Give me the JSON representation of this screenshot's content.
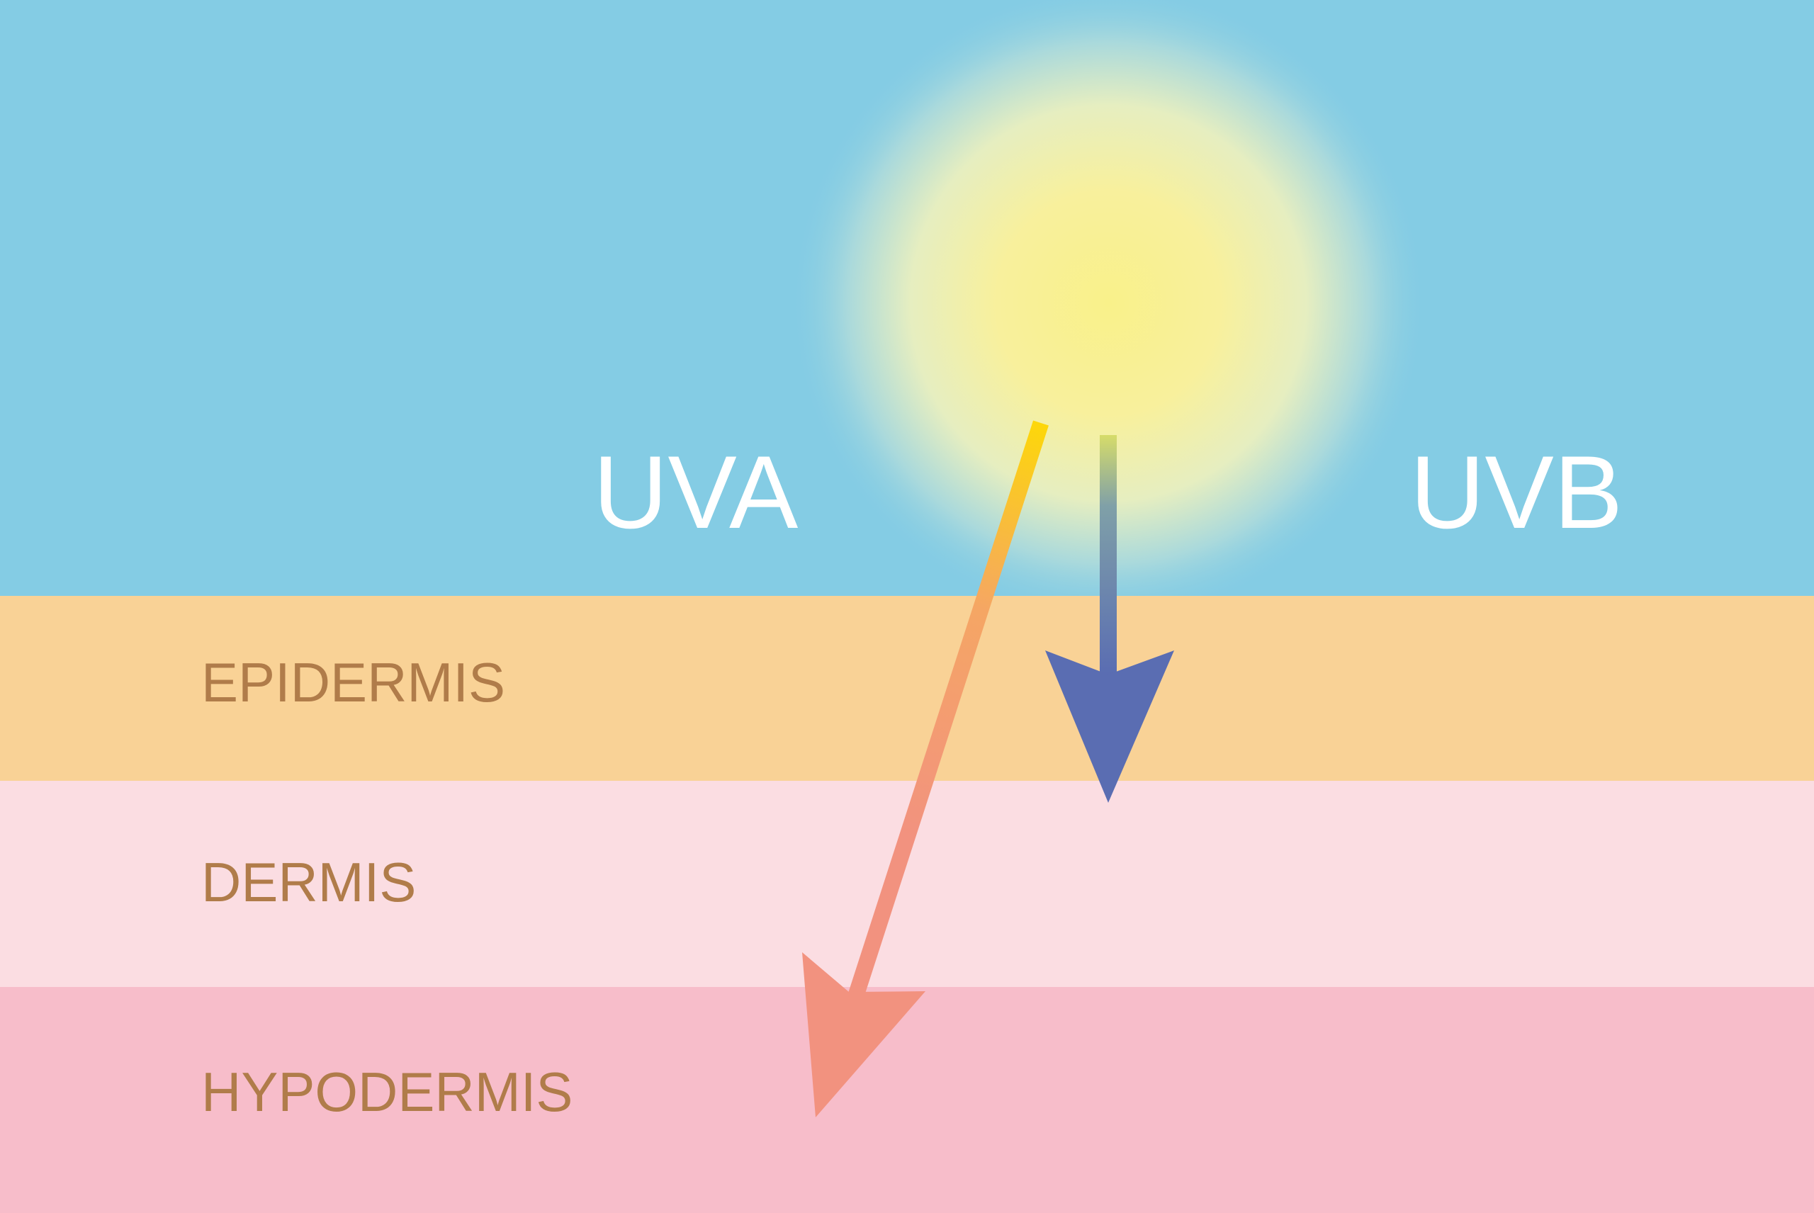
{
  "colors": {
    "sky": "#84cce4",
    "sun_core": "#f9f18a",
    "epidermis": "#f9d296",
    "dermis": "#fbdde2",
    "hypodermis": "#f7bdca",
    "layer_text": "#b07c4a",
    "uva_arrow": "#f2927f",
    "uva_arrow_start": "#fdd70a",
    "uvb_arrow": "#5a6db2"
  },
  "rays": {
    "uva_label": "UVA",
    "uvb_label": "UVB"
  },
  "layers": {
    "epidermis": "EPIDERMIS",
    "dermis": "DERMIS",
    "hypodermis": "HYPODERMIS"
  },
  "icons": [
    "sun-icon",
    "uva-arrow-icon",
    "uvb-arrow-icon"
  ]
}
